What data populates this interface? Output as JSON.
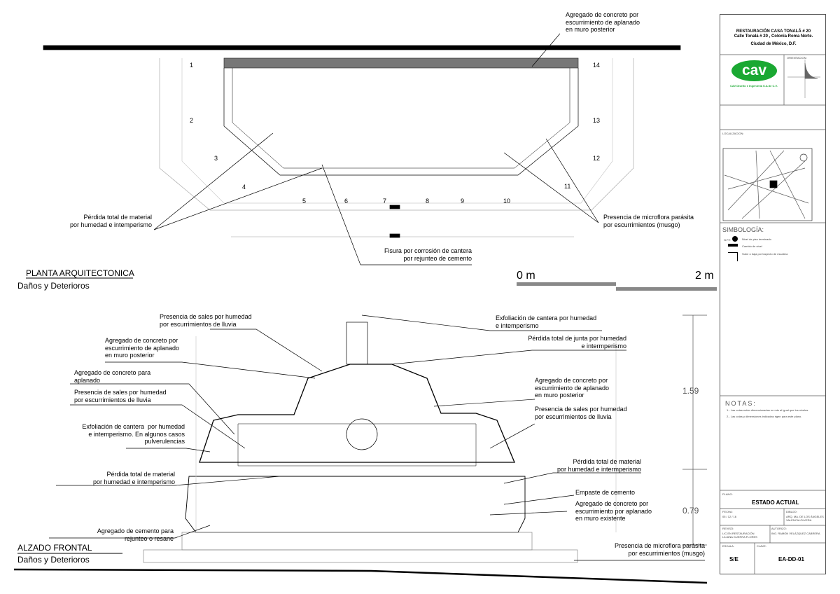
{
  "plan": {
    "title": "PLANTA ARQUITECTONICA",
    "subtitle": "Daños y Deterioros",
    "numbers": [
      "1",
      "2",
      "3",
      "4",
      "5",
      "6",
      "7",
      "8",
      "9",
      "10",
      "11",
      "12",
      "13",
      "14"
    ],
    "notes": {
      "top": "Agregado de concreto por\nescurrimiento de aplanado\nen muro posterior",
      "left": "Pérdida total de material\npor humedad e intemperismo",
      "right": "Presencia de microflora parásita\npor escurrimientos (musgo)",
      "center": "Fisura por corrosión de cantera\npor rejunteo de cemento"
    },
    "scale_start": "0 m",
    "scale_end": "2 m"
  },
  "elevation": {
    "title": "ALZADO FRONTAL",
    "subtitle": "Daños y Deterioros",
    "dim_upper": "1.59",
    "dim_lower": "0.79",
    "notes": {
      "sales_top": "Presencia de sales por humedad\npor escurrimientos de lluvia",
      "exfoliacion_top": "Exfoliación de cantera por humedad\ne intemperismo",
      "agregado_left": "Agregado de concreto por\nescurrimiento de aplanado\nen muro posterior",
      "junta": "Pérdida total de junta por humedad\ne intermperismo",
      "agregado_aplanado": "Agregado de concreto para\naplanado",
      "sales_left": "Presencia de sales por humedad\npor escurrimientos de lluvia",
      "agregado_right": "Agregado de concreto por\nescurrimiento de aplanado\nen muro posterior",
      "sales_right": "Presencia de sales por humedad\npor escurrimientos de lluvia",
      "exfoliacion_left": "Exfoliación de cantera  por humedad\ne intemperismo. En algunos casos\npulverulencias",
      "perdida_left": "Pérdida total de material\npor humedad e intemperismo",
      "perdida_right": "Pérdida total de material\npor humedad e intermperismo",
      "empaste": "Empaste de cemento",
      "agregado_existente": "Agregado de concreto por\nescurrimiento por aplanado\nen muro existente",
      "cemento": "Agregado de cemento para\nrejunteo o resane",
      "microflora": "Presencia de microflora parásita\npor escurrimientos (musgo)"
    }
  },
  "title_block": {
    "project": "RESTAURACIÓN CASA TONALÁ # 20",
    "address": "Calle Tonalá # 20 , Colonia Roma Norte.",
    "city": "Ciudad de México, D.F.",
    "logo": "cav",
    "company": "CAV Diseño e Ingeniería S.A de C.V.",
    "orientation_label": "ORIENTACION:",
    "location_label": "LOCALIZACION:",
    "symbology_title": "SIMBOLOGÍA:",
    "symbology": [
      "Nivel de piso terminado",
      "Cambio de nivel",
      "Sube o baja por trayecto de escalera"
    ],
    "symbology_level": "N.P.T.",
    "notes_title": "NOTAS:",
    "notes": [
      "1.- Las cotas están dimensionadas en mts al igual que los niveles.",
      "2.- Las cotas y dimensiones indicadas rigen para este plano."
    ],
    "plano_label": "PLANO:",
    "plano": "ESTADO ACTUAL",
    "fecha_label": "FECHA:",
    "fecha": "05 / 12 / 16",
    "dibujo_label": "DIBUJO:",
    "dibujo": "ARQ. MA. DE LOS ÁNGELES\nVALENCIA OLVERA",
    "reviso_label": "REVISÓ:",
    "reviso": "LIC.EN RESTAURACIÓN\nLILIANA GUERRA FLORES",
    "autorizo_label": "AUTORIZÓ:",
    "autorizo": "ING. RAMÓN VELÁZQUEZ CABRERA",
    "escala_label": "ESCALA:",
    "escala": "S/E",
    "clave_label": "CLAVE:",
    "clave": "EA-DD-01",
    "colors": {
      "logo_green": "#1aa832"
    }
  }
}
